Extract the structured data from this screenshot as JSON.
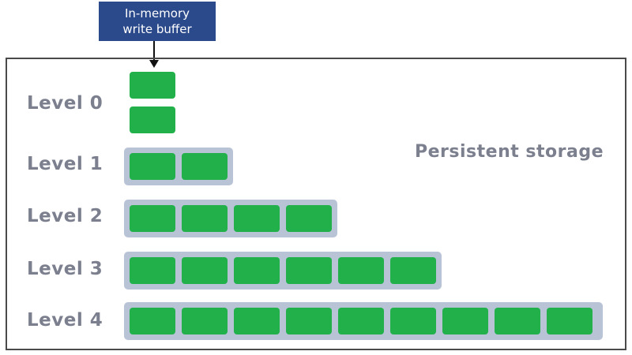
{
  "buffer": {
    "line1": "In-memory",
    "line2": "write buffer"
  },
  "storage": {
    "label": "Persistent storage"
  },
  "levels": [
    {
      "label": "Level 0",
      "blocks": 2,
      "layout": "stacked"
    },
    {
      "label": "Level 1",
      "blocks": 2,
      "layout": "row"
    },
    {
      "label": "Level 2",
      "blocks": 4,
      "layout": "row"
    },
    {
      "label": "Level 3",
      "blocks": 6,
      "layout": "row"
    },
    {
      "label": "Level 4",
      "blocks": 9,
      "layout": "row"
    }
  ],
  "colors": {
    "block": "#21b04a",
    "group": "#b9c3d6",
    "buffer": "#2b4a8b",
    "label": "#7b7f8e",
    "frame": "#4a4a4a"
  }
}
